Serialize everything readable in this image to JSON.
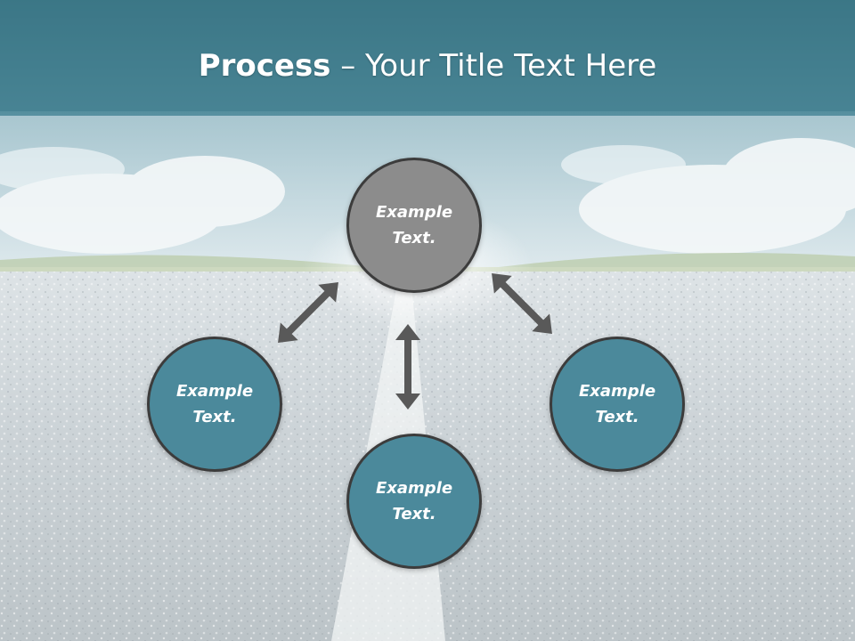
{
  "title": {
    "bold": "Process",
    "rest": " – Your Title Text Here"
  },
  "colors": {
    "center": "#8c8c8c",
    "outer": "#4b899b",
    "outline": "#3c3c3c",
    "arrow": "#595959",
    "band": "#3d7a8a"
  },
  "nodes": {
    "center": {
      "line1": "Example",
      "line2": "Text."
    },
    "left": {
      "line1": "Example",
      "line2": "Text."
    },
    "right": {
      "line1": "Example",
      "line2": "Text."
    },
    "bottom": {
      "line1": "Example",
      "line2": "Text."
    }
  }
}
